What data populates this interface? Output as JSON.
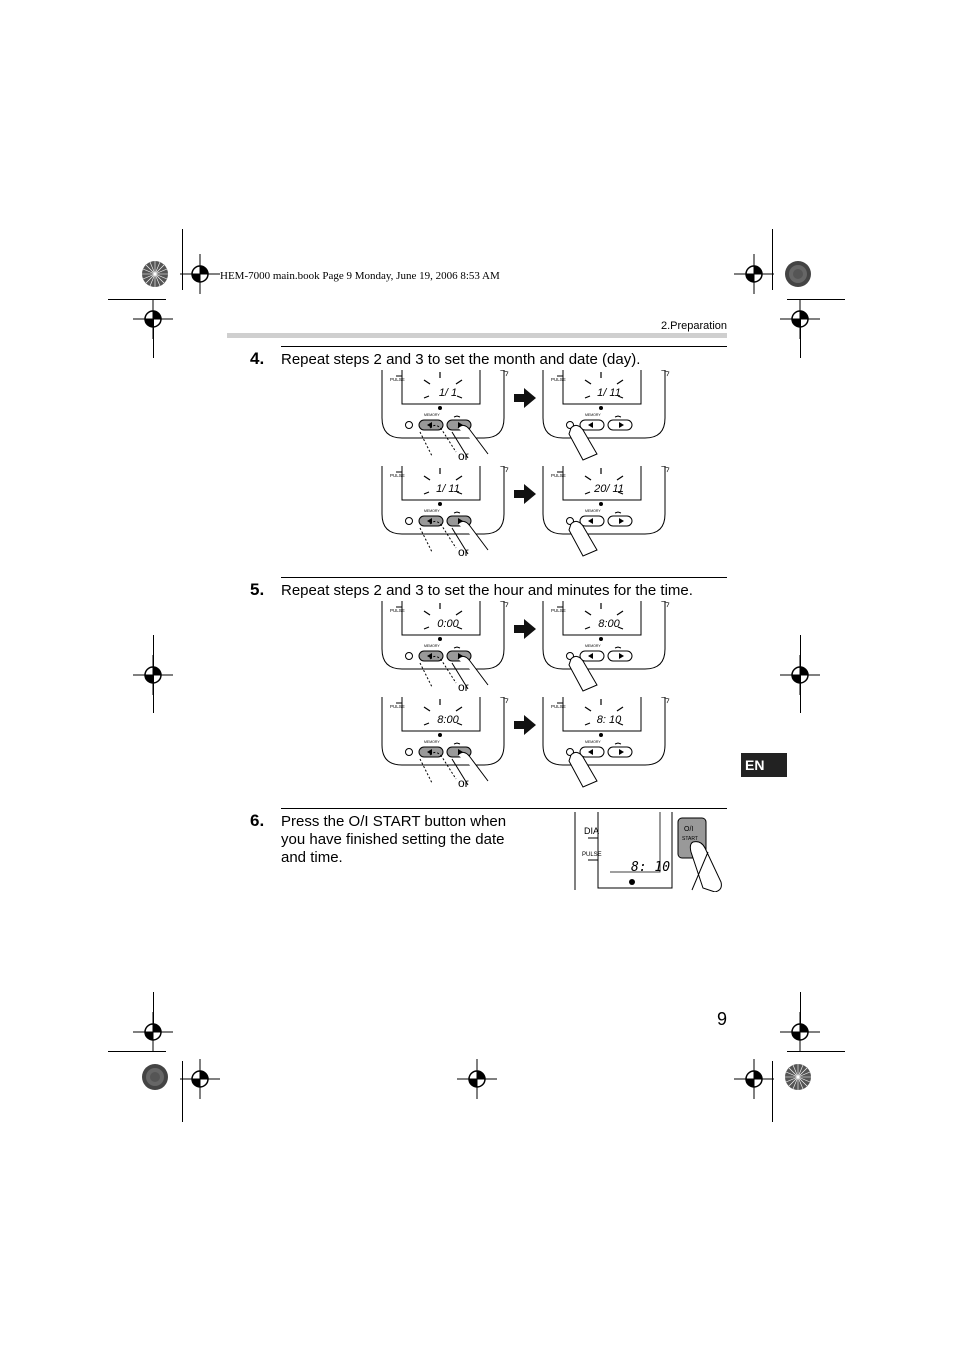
{
  "header": {
    "file_info": "HEM-7000 main.book  Page 9  Monday, June 19, 2006  8:53 AM",
    "section": "2.Preparation"
  },
  "steps": [
    {
      "number": "4.",
      "text": "Repeat steps 2 and 3 to set the month and date (day).",
      "rows": [
        {
          "before": "1/  1",
          "after": "1/ 11"
        },
        {
          "before": "1/ 11",
          "after": "20/ 11"
        }
      ]
    },
    {
      "number": "5.",
      "text": "Repeat steps 2 and 3 to set the hour and minutes for the time.",
      "rows": [
        {
          "before": "0:00",
          "after": "8:00"
        },
        {
          "before": "8:00",
          "after": "8: 10"
        }
      ]
    },
    {
      "number": "6.",
      "text": "Press the O/I START button when you have finished setting the date and time.",
      "display": "8: 10",
      "labels": {
        "dia": "DIA",
        "pulse": "PULSE",
        "button": "O/I",
        "button_sub": "START"
      }
    }
  ],
  "device_labels": {
    "pulse": "PULSE",
    "memory": "MEMORY"
  },
  "or_label": "or",
  "language_tab": "EN",
  "page_number": "9"
}
